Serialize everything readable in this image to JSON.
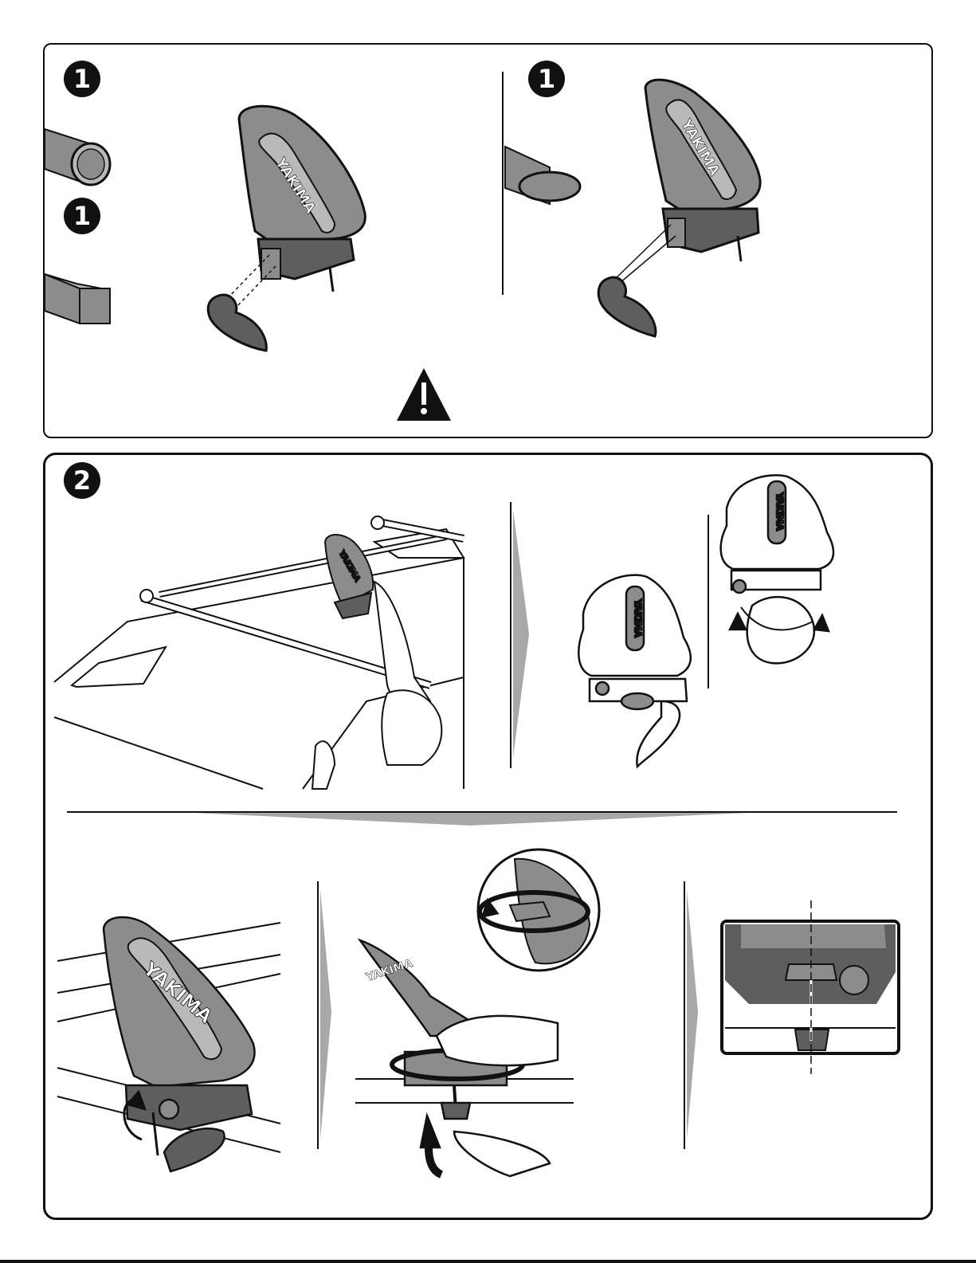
{
  "steps": {
    "step1a": "1",
    "step1b": "1",
    "step1c": "1",
    "step2": "2"
  },
  "brand_logo": "YAKIMA",
  "colors": {
    "part_gray": "#8c8c8c",
    "part_dark": "#5e5e5e",
    "part_light": "#b9b9b9",
    "line": "#111111",
    "arrow_gray": "#a8a8a8"
  },
  "icons": [
    "warning-icon",
    "round-bar-icon",
    "square-bar-icon",
    "aero-bar-icon",
    "rotate-arrow-icon"
  ]
}
